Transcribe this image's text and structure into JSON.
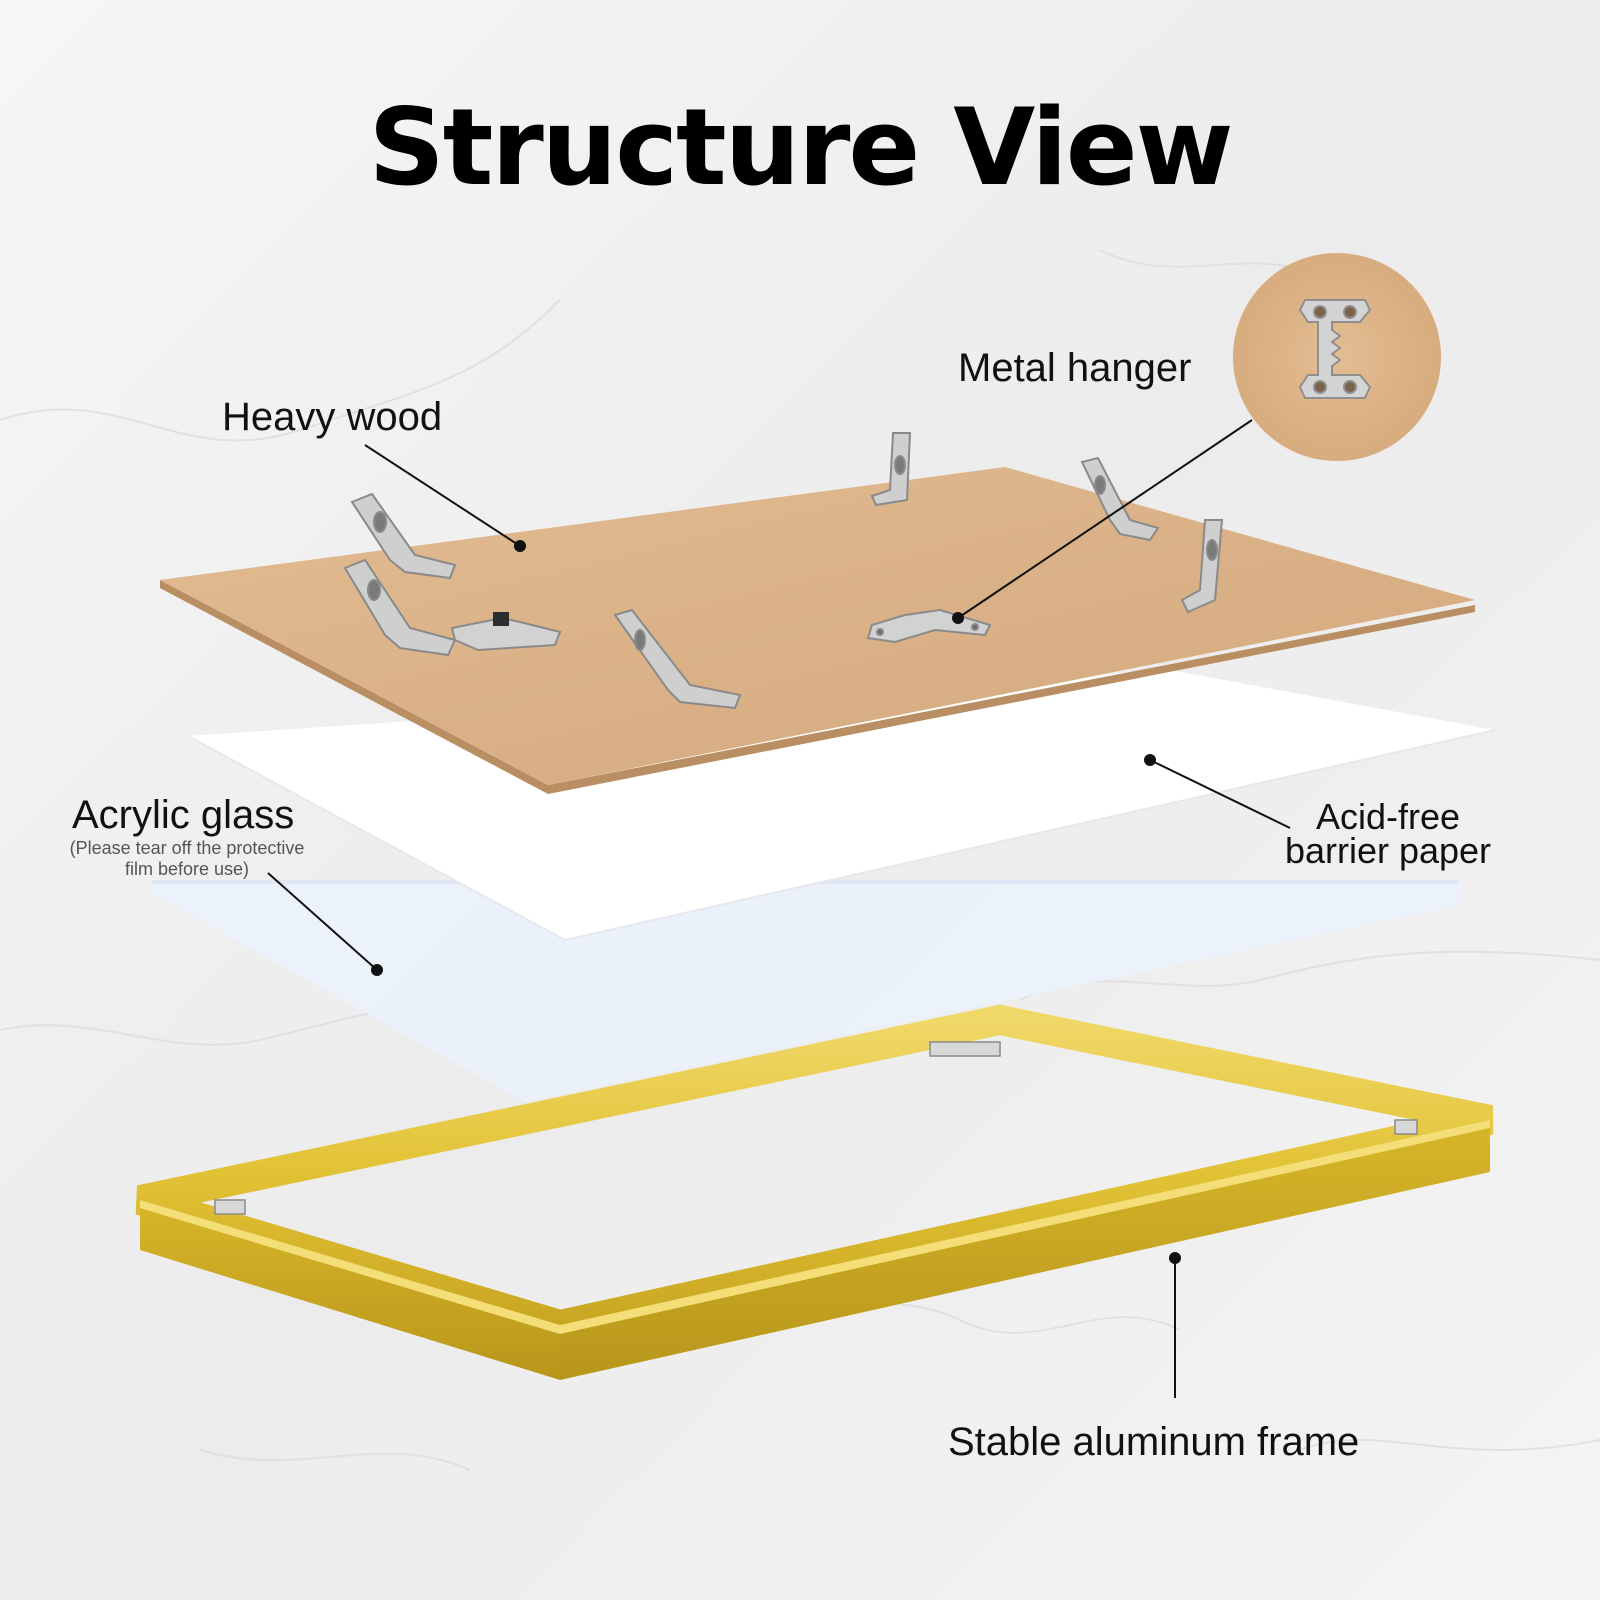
{
  "title": "Structure View",
  "labels": {
    "heavy_wood": "Heavy wood",
    "metal_hanger": "Metal hanger",
    "acrylic_glass": "Acrylic glass",
    "acrylic_note_line1": "(Please tear off the protective",
    "acrylic_note_line2": "film before use)",
    "barrier_line1": "Acid-free",
    "barrier_line2": "barrier paper",
    "frame": "Stable aluminum frame"
  },
  "colors": {
    "background": "#f1f1f1",
    "wood": "#dcb48a",
    "paper": "#ffffff",
    "acrylic": "#eef3fb",
    "frame_gold": "#e3c43a",
    "hardware_silver": "#c9c9c9",
    "leader_line": "#111111"
  },
  "icons": [
    "metal-hanger-icon",
    "turn-button-clip-icon"
  ]
}
